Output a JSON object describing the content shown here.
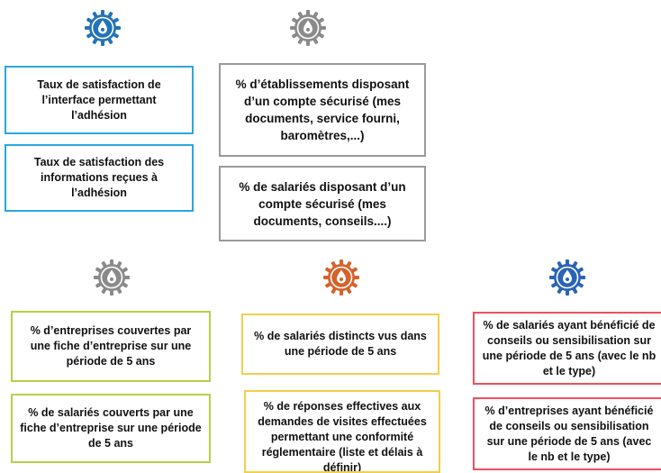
{
  "icons": {
    "top_left": {
      "name": "gear-drop-icon",
      "color": "#2473b7"
    },
    "top_center": {
      "name": "gear-drop-icon",
      "color": "#8a8a8a"
    },
    "bottom_left": {
      "name": "gear-drop-icon",
      "color": "#8a8a8a"
    },
    "bottom_center": {
      "name": "gear-drop-icon",
      "color": "#d5622a"
    },
    "bottom_right": {
      "name": "gear-drop-icon",
      "color": "#2a64b4"
    }
  },
  "colors": {
    "blue_border": "#2aa7de",
    "gray_border": "#9a9a9a",
    "green_border": "#b7cf4a",
    "yellow_border": "#f3cf4c",
    "red_border": "#ef4f5f"
  },
  "boxes": {
    "interface_satisfaction": "Taux de satisfaction de l’interface permettant l’adhésion",
    "info_satisfaction": "Taux de satisfaction des informations reçues à l’adhésion",
    "establishments_secure_account": "% d’établissements disposant d’un compte sécurisé (mes documents, service fourni, baromètres,...)",
    "employees_secure_account": "% de salariés disposant d’un compte sécurisé (mes documents, conseils....)",
    "companies_covered": "% d’entreprises couvertes par une fiche d’entreprise sur une période de 5 ans",
    "employees_covered": "% de salariés couverts par une fiche d’entreprise sur une période de 5 ans",
    "distinct_employees_seen": "% de salariés distincts vus dans une période de 5 ans",
    "effective_responses": "% de réponses effectives aux demandes de visites effectuées permettant une conformité réglementaire (liste et délais à définir)",
    "employees_advice": "% de salariés ayant bénéficié de conseils ou sensibilisation sur une période de 5 ans (avec le nb et le type)",
    "companies_advice": "% d’entreprises ayant bénéficié de conseils ou sensibilisation sur une période de 5 ans (avec le nb et le type)"
  }
}
